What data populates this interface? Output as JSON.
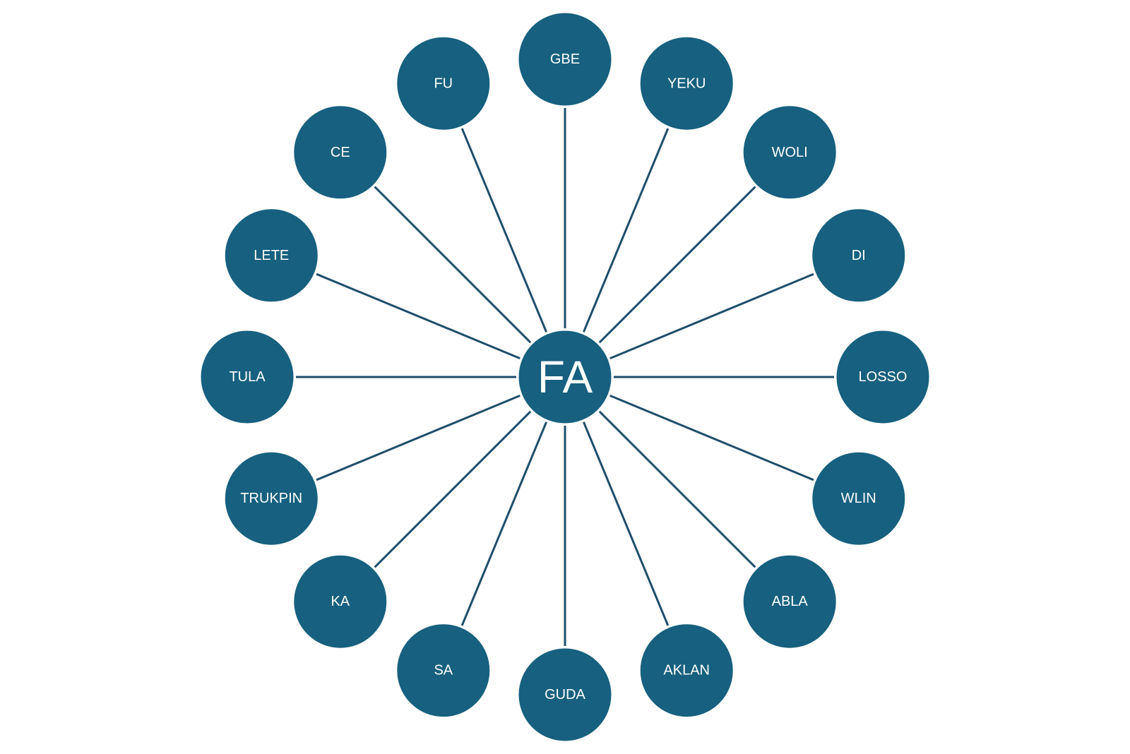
{
  "diagram": {
    "hub": {
      "label": "FA"
    },
    "nodes": [
      {
        "label": "GBE"
      },
      {
        "label": "YEKU"
      },
      {
        "label": "WOLI"
      },
      {
        "label": "DI"
      },
      {
        "label": "LOSSO"
      },
      {
        "label": "WLIN"
      },
      {
        "label": "ABLA"
      },
      {
        "label": "AKLAN"
      },
      {
        "label": "GUDA"
      },
      {
        "label": "SA"
      },
      {
        "label": "KA"
      },
      {
        "label": "TRUKPIN"
      },
      {
        "label": "TULA"
      },
      {
        "label": "LETE"
      },
      {
        "label": "CE"
      },
      {
        "label": "FU"
      }
    ]
  },
  "colors": {
    "node_fill": "#17607f",
    "spoke": "#1f4e6b",
    "text": "#ffffff",
    "background": "#ffffff"
  }
}
